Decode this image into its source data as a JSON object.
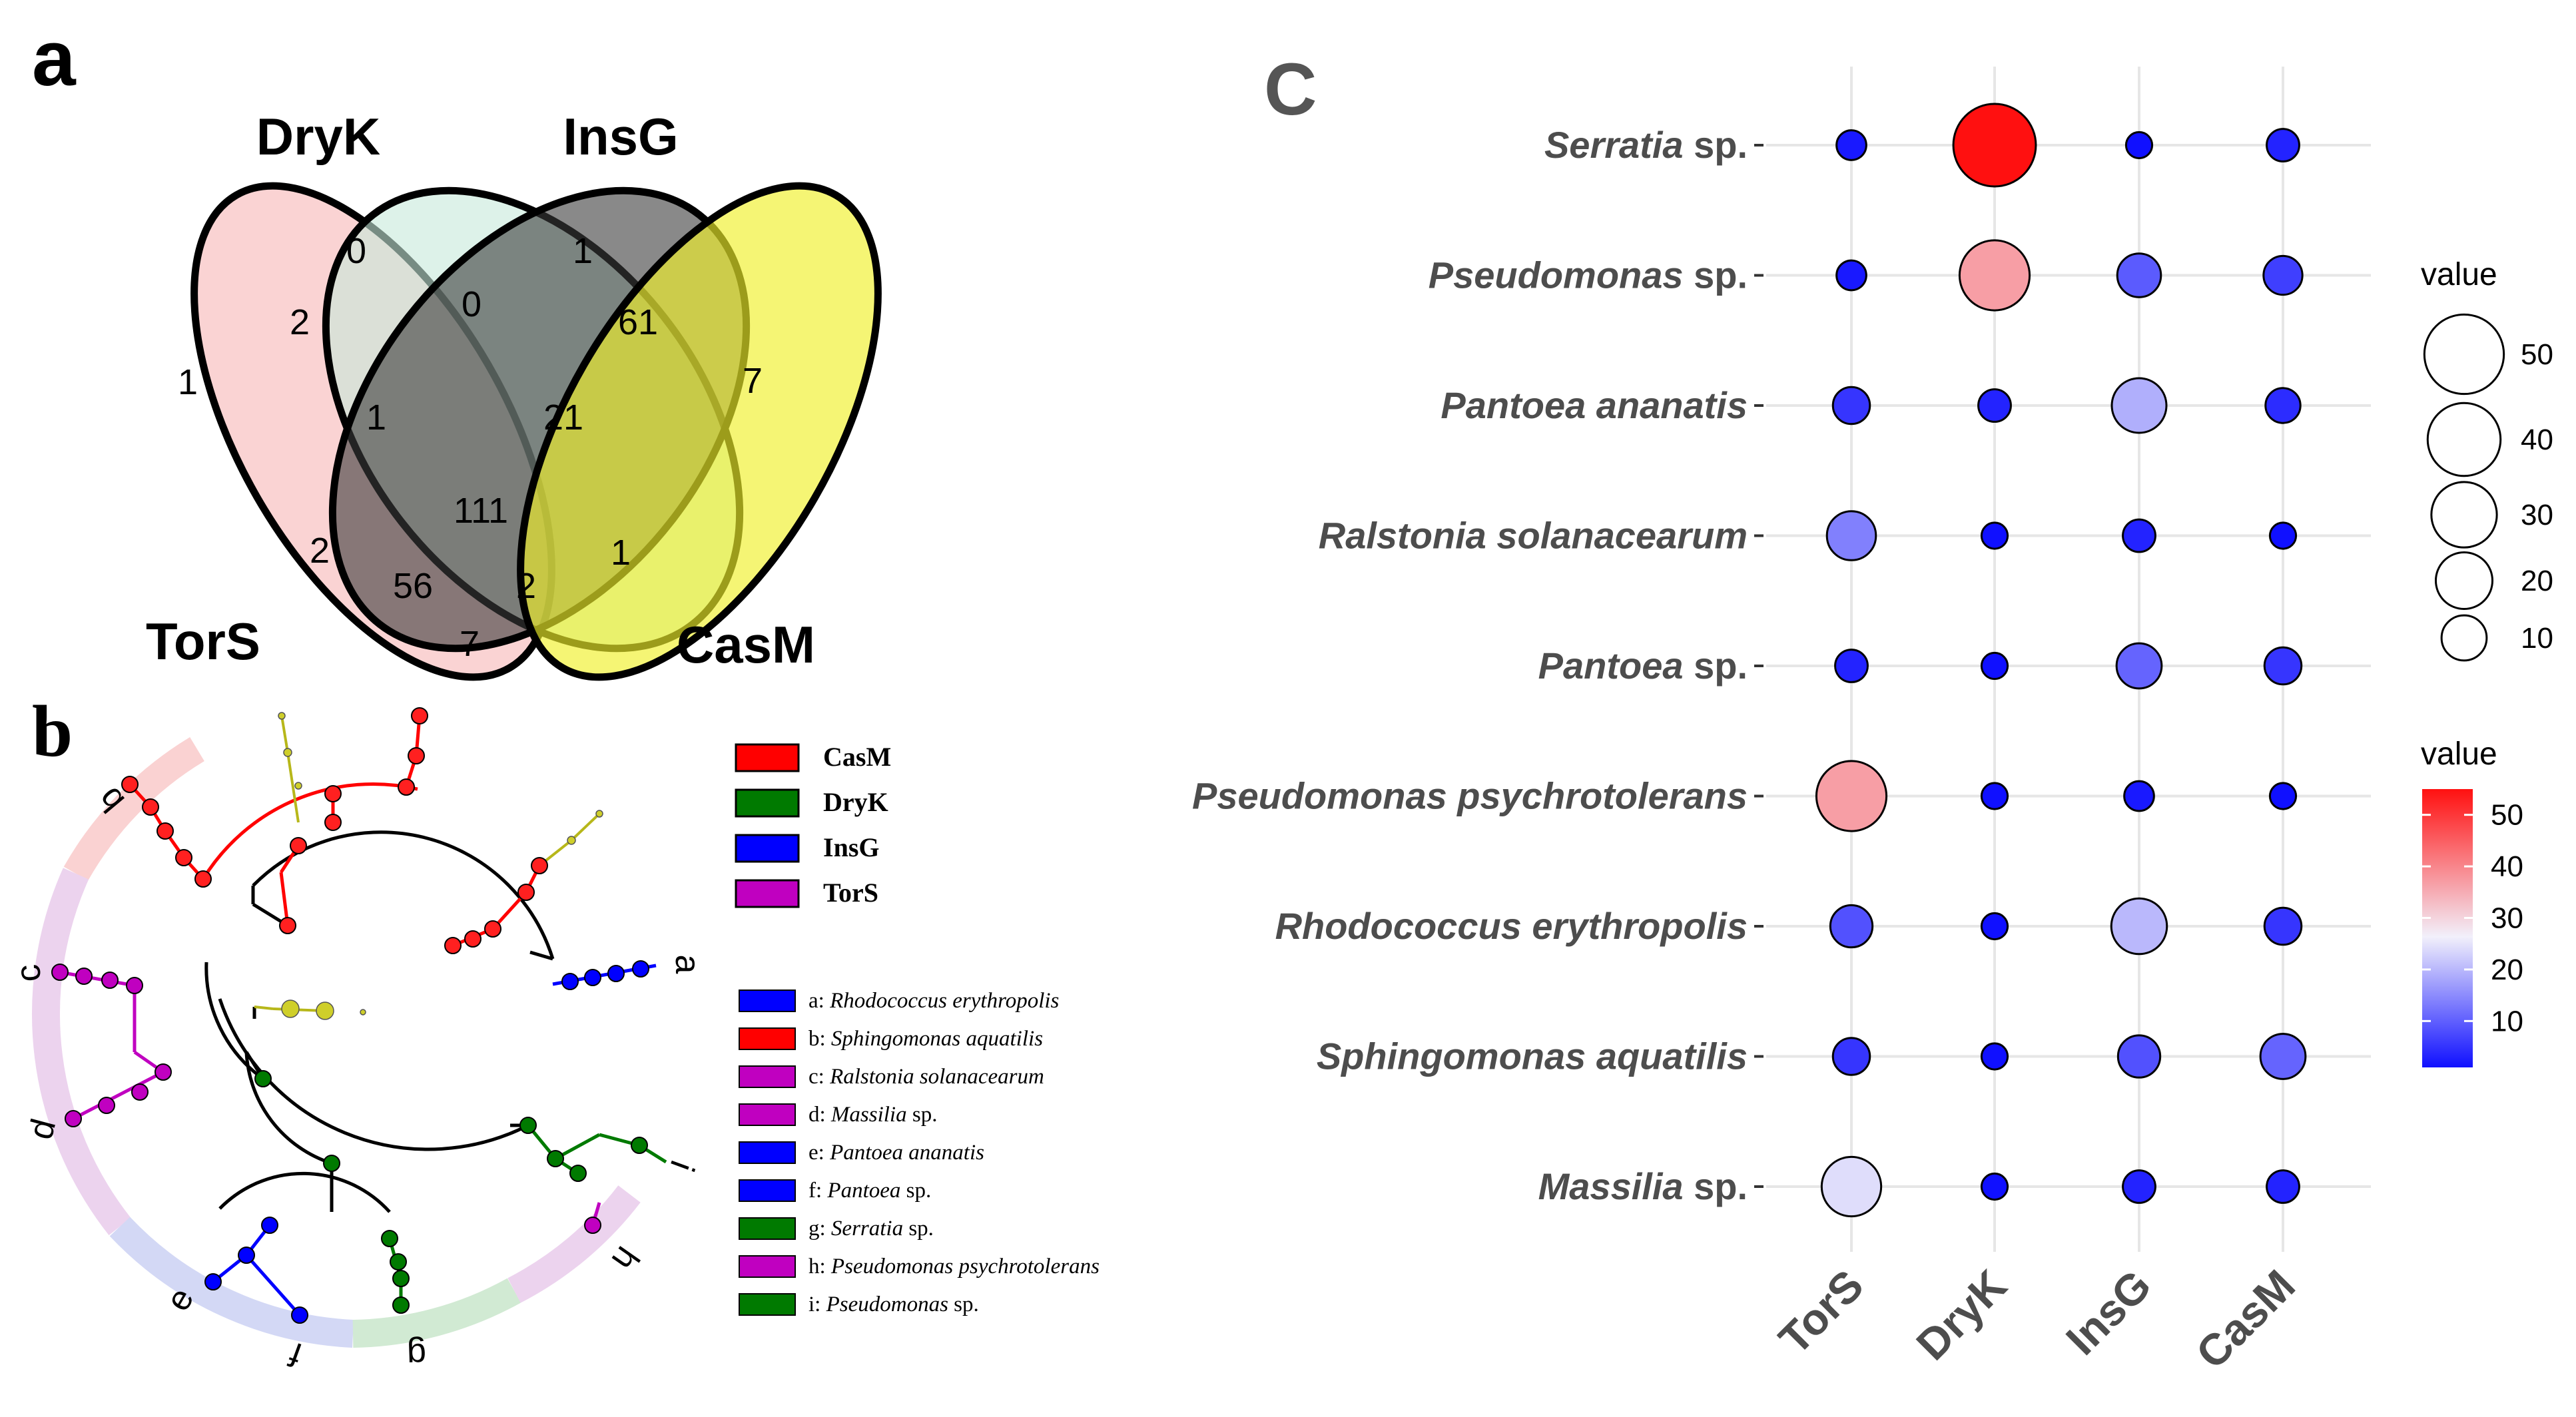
{
  "panel_labels": {
    "a": "a",
    "b": "b",
    "c": "C"
  },
  "chart_data": [
    {
      "type": "venn",
      "sets": [
        "DryK",
        "InsG",
        "TorS",
        "CasM"
      ],
      "colors": {
        "TorS": "#f8bcbc",
        "DryK": "#c6e9da",
        "InsG": "#3a3a3a",
        "CasM": "#f0f02a"
      },
      "regions": [
        {
          "sets": [
            "DryK"
          ],
          "value": "0"
        },
        {
          "sets": [
            "InsG"
          ],
          "value": "1"
        },
        {
          "sets": [
            "TorS"
          ],
          "value": "1"
        },
        {
          "sets": [
            "CasM"
          ],
          "value": "7"
        },
        {
          "sets": [
            "TorS",
            "DryK"
          ],
          "value": "2"
        },
        {
          "sets": [
            "DryK",
            "InsG"
          ],
          "value": "0"
        },
        {
          "sets": [
            "InsG",
            "CasM"
          ],
          "value": "61"
        },
        {
          "sets": [
            "TorS",
            "DryK",
            "InsG"
          ],
          "value": "1"
        },
        {
          "sets": [
            "DryK",
            "InsG",
            "CasM"
          ],
          "value": "21"
        },
        {
          "sets": [
            "TorS",
            "DryK",
            "InsG",
            "CasM"
          ],
          "value": "111"
        },
        {
          "sets": [
            "TorS",
            "InsG"
          ],
          "value": "2"
        },
        {
          "sets": [
            "TorS",
            "InsG",
            "CasM"
          ],
          "value": "56"
        },
        {
          "sets": [
            "DryK",
            "CasM"
          ],
          "value": "1"
        },
        {
          "sets": [
            "TorS",
            "DryK",
            "CasM"
          ],
          "value": "2"
        },
        {
          "sets": [
            "TorS",
            "CasM"
          ],
          "value": "7"
        }
      ]
    },
    {
      "type": "cladogram",
      "group_legend": [
        {
          "name": "CasM",
          "color": "#ff0000"
        },
        {
          "name": "DryK",
          "color": "#007a00"
        },
        {
          "name": "InsG",
          "color": "#0000ff"
        },
        {
          "name": "TorS",
          "color": "#c000c0"
        }
      ],
      "taxa": [
        {
          "key": "a",
          "genus": "Rhodococcus erythropolis",
          "rest": "",
          "group": "InsG"
        },
        {
          "key": "b",
          "genus": "Sphingomonas aquatilis",
          "rest": "",
          "group": "CasM"
        },
        {
          "key": "c",
          "genus": "Ralstonia solanacearum",
          "rest": "",
          "group": "TorS"
        },
        {
          "key": "d",
          "genus": "Massilia",
          "rest": " sp.",
          "group": "TorS"
        },
        {
          "key": "e",
          "genus": "Pantoea ananatis",
          "rest": "",
          "group": "InsG"
        },
        {
          "key": "f",
          "genus": "Pantoea",
          "rest": " sp.",
          "group": "InsG"
        },
        {
          "key": "g",
          "genus": "Serratia",
          "rest": " sp.",
          "group": "DryK"
        },
        {
          "key": "h",
          "genus": "Pseudomonas psychrotolerans",
          "rest": "",
          "group": "TorS"
        },
        {
          "key": "i",
          "genus": "Pseudomonas",
          "rest": " sp.",
          "group": "DryK"
        }
      ],
      "ring_colors": {
        "CasM": "#fad2d2",
        "TorS": "#ecd3ee",
        "InsG": "#d3d8f5",
        "DryK": "#d1ead3"
      }
    },
    {
      "type": "bubble",
      "categories": [
        "TorS",
        "DryK",
        "InsG",
        "CasM"
      ],
      "taxa": [
        {
          "genus": "Serratia",
          "rest": " sp.",
          "values": [
            2,
            55,
            1,
            3
          ]
        },
        {
          "genus": "Pseudomonas",
          "rest": " sp.",
          "values": [
            2,
            36,
            9,
            6
          ]
        },
        {
          "genus": "Pantoea ananatis",
          "rest": "",
          "values": [
            5,
            3,
            18,
            4
          ]
        },
        {
          "genus": "Ralstonia solanacearum",
          "rest": "",
          "values": [
            13,
            1,
            3,
            1
          ]
        },
        {
          "genus": "Pantoea",
          "rest": " sp.",
          "values": [
            3,
            1,
            10,
            5
          ]
        },
        {
          "genus": "Pseudomonas psychrotolerans",
          "rest": "",
          "values": [
            36,
            1,
            2,
            1
          ]
        },
        {
          "genus": "Rhodococcus erythropolis",
          "rest": "",
          "values": [
            8,
            1,
            19,
            5
          ]
        },
        {
          "genus": "Sphingomonas aquatilis",
          "rest": "",
          "values": [
            5,
            1,
            8,
            10
          ]
        },
        {
          "genus": "Massilia",
          "rest": " sp.",
          "values": [
            23,
            1,
            3,
            3
          ]
        }
      ],
      "size_legend": {
        "title": "value",
        "values": [
          50,
          40,
          30,
          20,
          10
        ]
      },
      "color_legend": {
        "title": "value",
        "ticks": [
          50,
          40,
          30,
          20,
          10
        ],
        "low": "#1010ff",
        "mid": "#f2f0fb",
        "high": "#ff1010",
        "range": [
          1,
          55
        ]
      },
      "grid": true
    }
  ]
}
